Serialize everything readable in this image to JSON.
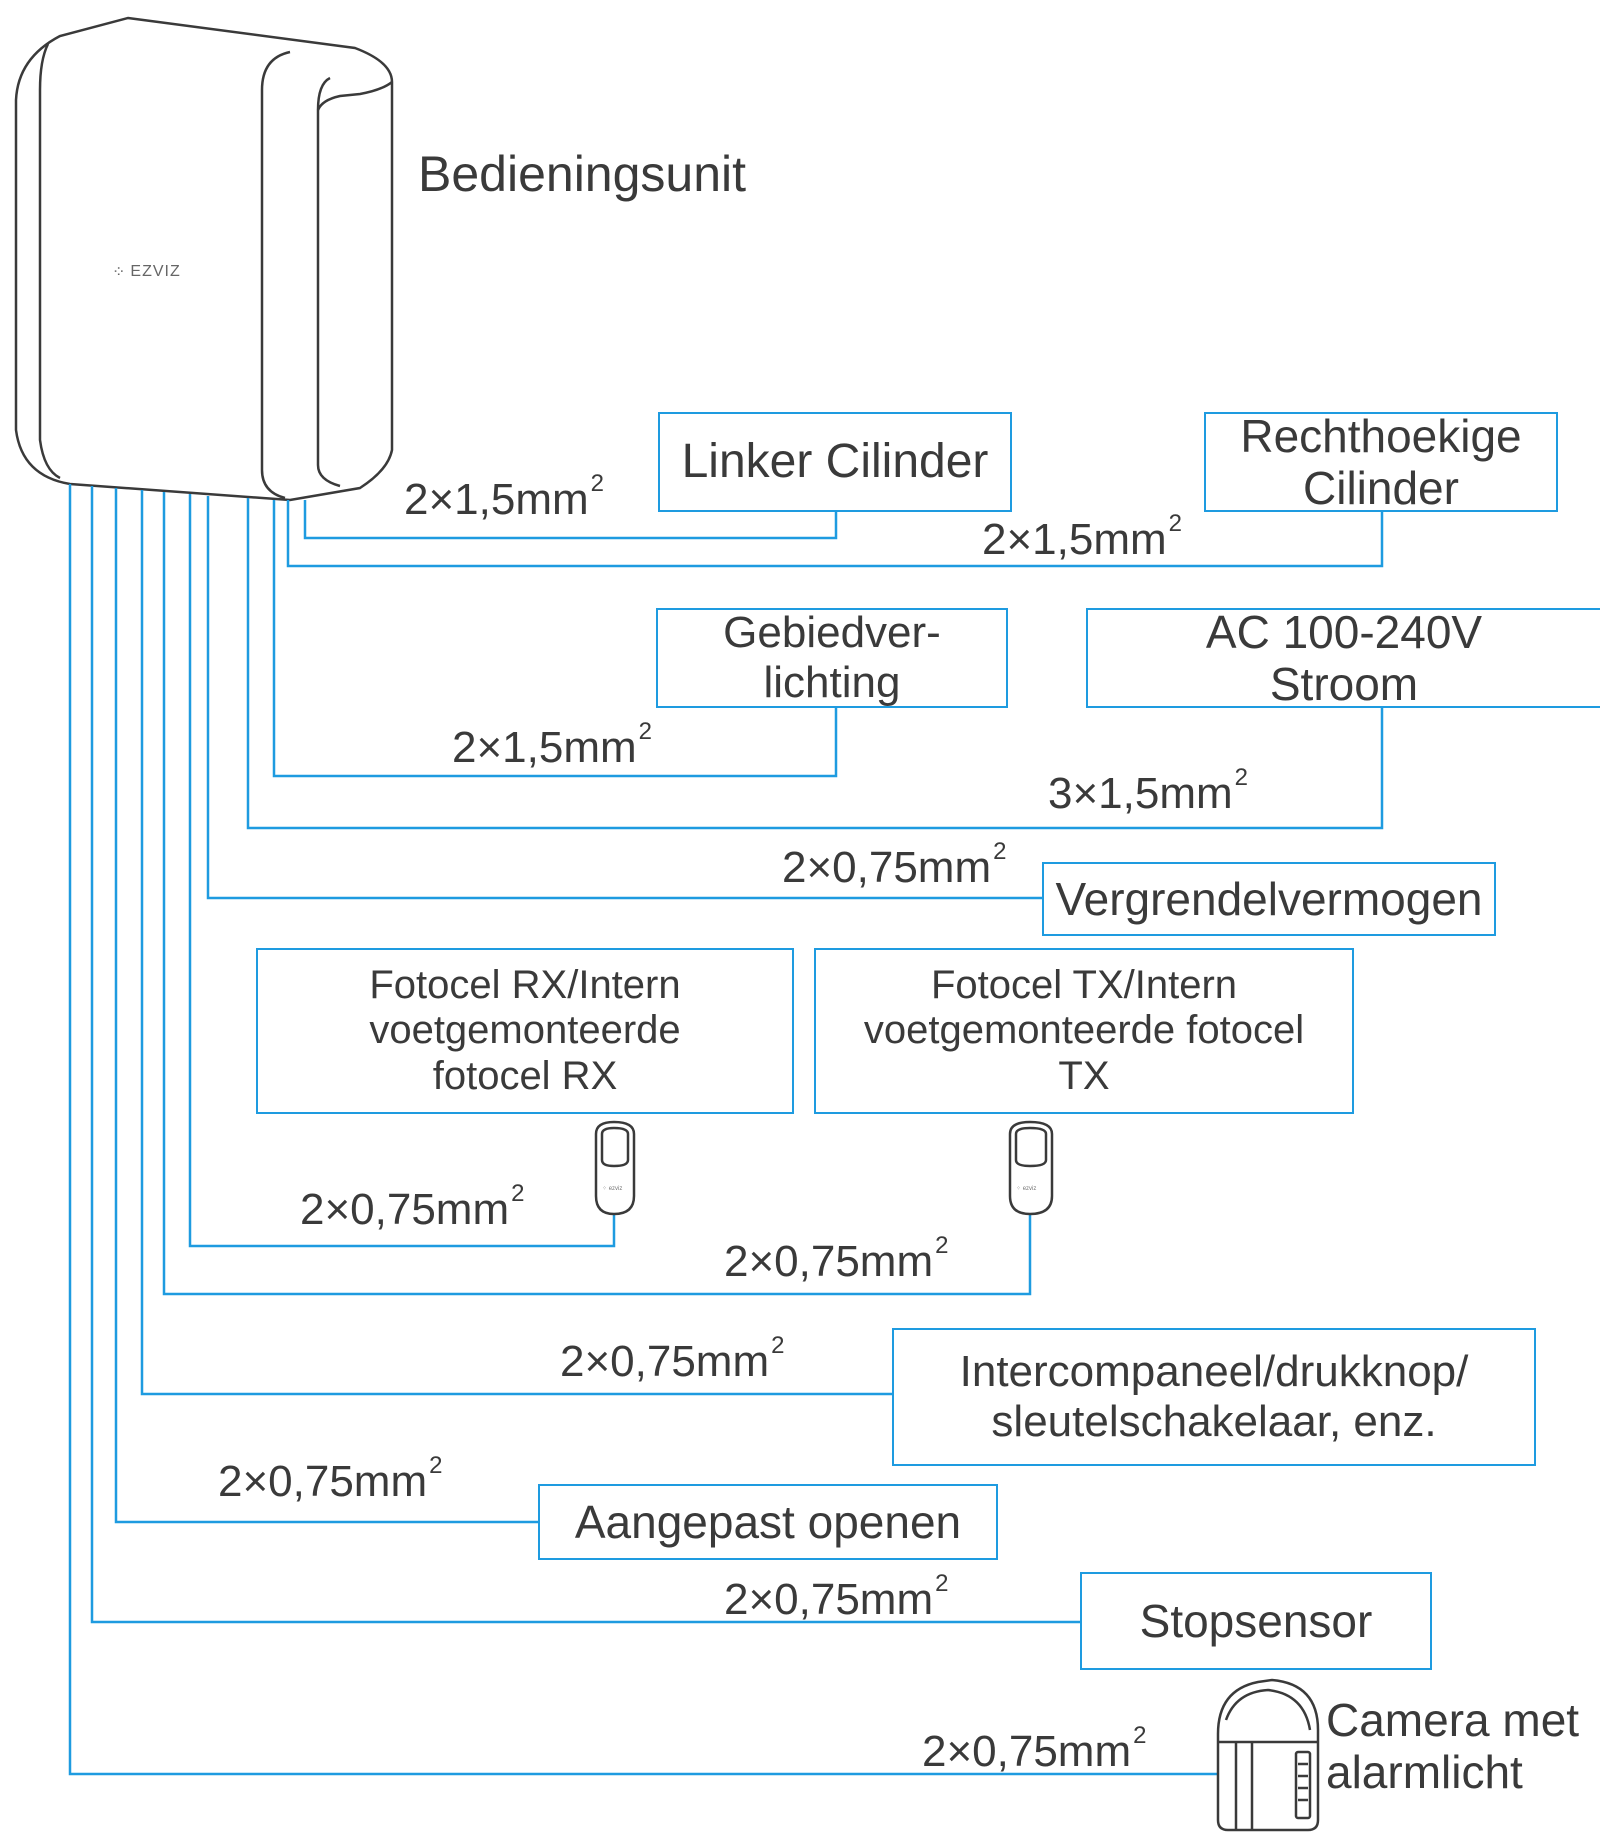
{
  "control_unit": {
    "label": "Bedieningsunit",
    "logo_text": "EZVIZ"
  },
  "connections": [
    {
      "id": "linker-cilinder",
      "label": "Linker Cilinder",
      "gauge": "2×1,5mm"
    },
    {
      "id": "rechthoekige-cilinder",
      "label": "Rechthoekige\nCilinder",
      "gauge": "2×1,5mm"
    },
    {
      "id": "gebiedverlichting",
      "label": "Gebiedver-\nlichting",
      "gauge": "2×1,5mm"
    },
    {
      "id": "ac-stroom",
      "label": "AC 100-240V\nStroom",
      "gauge": "3×1,5mm"
    },
    {
      "id": "vergrendelvermogen",
      "label": "Vergrendelvermogen",
      "gauge": "2×0,75mm"
    },
    {
      "id": "fotocel-rx",
      "label": "Fotocel RX/Intern\nvoetgemonteerde\nfotocel RX",
      "gauge": "2×0,75mm"
    },
    {
      "id": "fotocel-tx",
      "label": "Fotocel TX/Intern\nvoetgemonteerde fotocel\nTX",
      "gauge": "2×0,75mm"
    },
    {
      "id": "intercom",
      "label": "Intercompaneel/drukknop/\nsleutelschakelaar, enz.",
      "gauge": "2×0,75mm"
    },
    {
      "id": "aangepast-openen",
      "label": "Aangepast openen",
      "gauge": "2×0,75mm"
    },
    {
      "id": "stopsensor",
      "label": "Stopsensor",
      "gauge": "2×0,75mm"
    },
    {
      "id": "camera",
      "label": "Camera met\nalarmlicht",
      "gauge": "2×0,75mm"
    }
  ],
  "gauge_superscript": "2",
  "colors": {
    "wire": "#1e9be0",
    "text": "#3a3a3a",
    "device_outline": "#3a3a3a"
  }
}
